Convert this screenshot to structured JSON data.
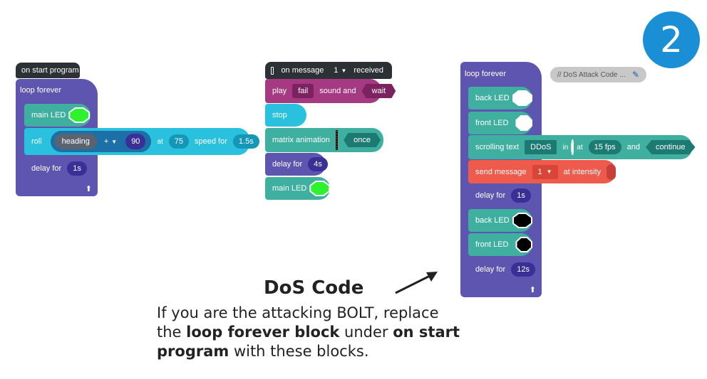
{
  "colors": {
    "hat": "#2b3135",
    "loop": "#5e55b0",
    "led": "#3fb09f",
    "sound": "#a53a83",
    "movement": "#29c1de",
    "message": "#ee5a4c",
    "badge": "#1a8fd6"
  },
  "badge": {
    "number": "2"
  },
  "program1": {
    "hat": "on start program",
    "loop": "loop forever",
    "main_led": "main LED",
    "roll": "roll",
    "heading": "heading",
    "op": "+",
    "heading_val": "90",
    "at": "at",
    "speed_val": "75",
    "speed_for": "speed for",
    "duration": "1.5s",
    "delay": "delay for",
    "delay_val": "1s",
    "arrow": "⬆"
  },
  "program2": {
    "hat": "on message",
    "msg_num": "1",
    "received": "received",
    "play": "play",
    "sound": "fail",
    "sound_and": "sound and",
    "wait": "wait",
    "stop": "stop",
    "matrix": "matrix animation",
    "once": "once",
    "delay": "delay for",
    "delay_val": "4s",
    "main_led": "main LED"
  },
  "program3": {
    "loop": "loop forever",
    "comment": "// DoS Attack Code ...",
    "back_led": "back LED",
    "front_led": "front LED",
    "scrolling": "scrolling text",
    "ddos": "DDoS",
    "in": "in",
    "at": "at",
    "fps": "15 fps",
    "and": "and",
    "continue": "continue",
    "send": "send message",
    "send_num": "1",
    "intensity": "at intensity",
    "delay1": "delay for",
    "delay1_val": "1s",
    "back_led2": "back LED",
    "front_led2": "front LED",
    "delay2": "delay for",
    "delay2_val": "12s",
    "arrow": "⬆"
  },
  "caption": {
    "title": "DoS Code",
    "line1": "If you are the attacking BOLT, replace",
    "line2_a": "the ",
    "line2_b": "loop forever block",
    "line2_c": " under ",
    "line2_d": "on start",
    "line3_a": "program",
    "line3_b": " with these blocks."
  }
}
